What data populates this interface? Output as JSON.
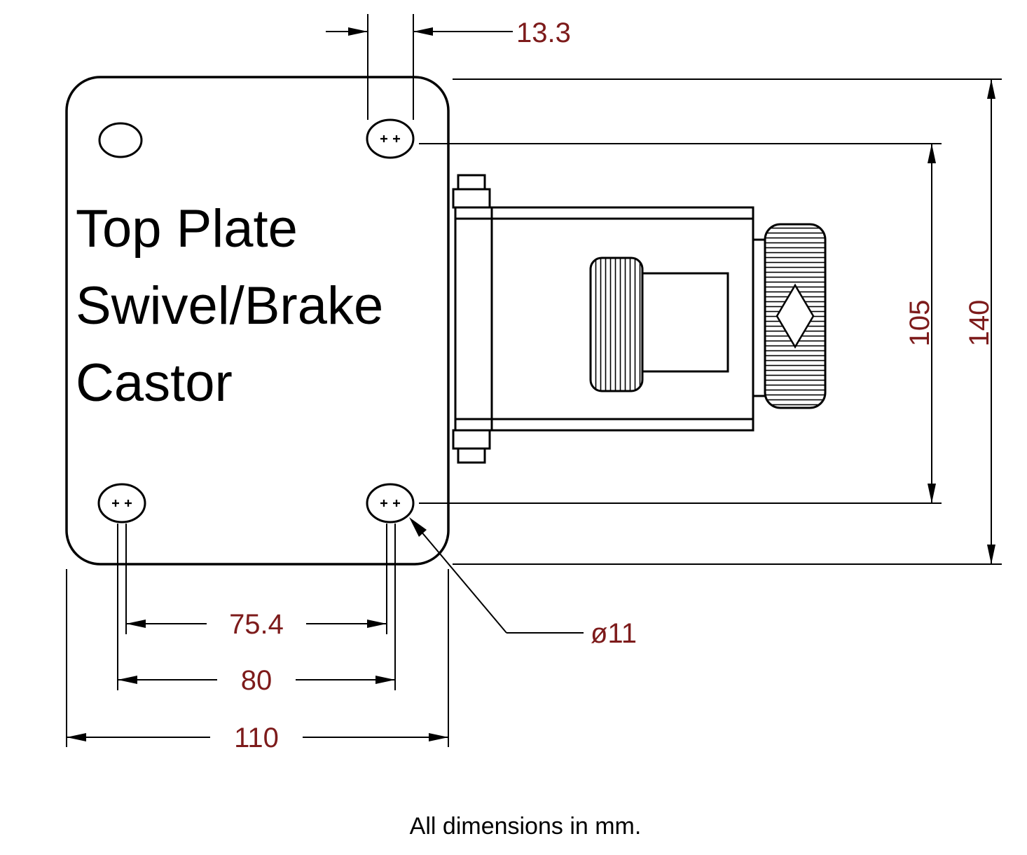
{
  "drawing": {
    "title_lines": [
      "Top Plate",
      "Swivel/Brake",
      "Castor"
    ],
    "footer_note": "All dimensions in mm.",
    "dimensions": {
      "slot_width_mm": "13.3",
      "bolt_spacing_vertical_mm": "105",
      "plate_length_mm": "140",
      "bolt_spacing_inner_mm": "75.4",
      "bolt_spacing_outer_mm": "80",
      "plate_width_mm": "110",
      "bolt_hole_diameter": "ø11"
    },
    "colors": {
      "line": "#000000",
      "dimension_text": "#7d1b1b",
      "background": "#ffffff"
    }
  }
}
